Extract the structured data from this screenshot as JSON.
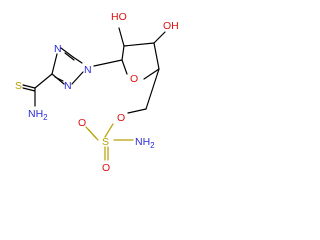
{
  "molecule": {
    "atom_labels": {
      "oh_top": "HO",
      "oh_right": "OH",
      "ring_n1": "N",
      "ring_n2": "N",
      "ring_n4": "N",
      "furanose_o": "O",
      "thioamide_s": "S",
      "thioamide_nh2": "NH",
      "thioamide_nh2_sub": "2",
      "ester_o": "O",
      "sulfur": "S",
      "sulfonyl_o1": "O",
      "sulfonyl_o2": "O",
      "sulfonamide_nh2": "NH",
      "sulfonamide_nh2_sub": "2"
    }
  },
  "colors": {
    "carbon_bond": "#000000",
    "nitrogen": "#2b2bd6",
    "oxygen": "#e01010",
    "sulfur": "#b8a000"
  }
}
